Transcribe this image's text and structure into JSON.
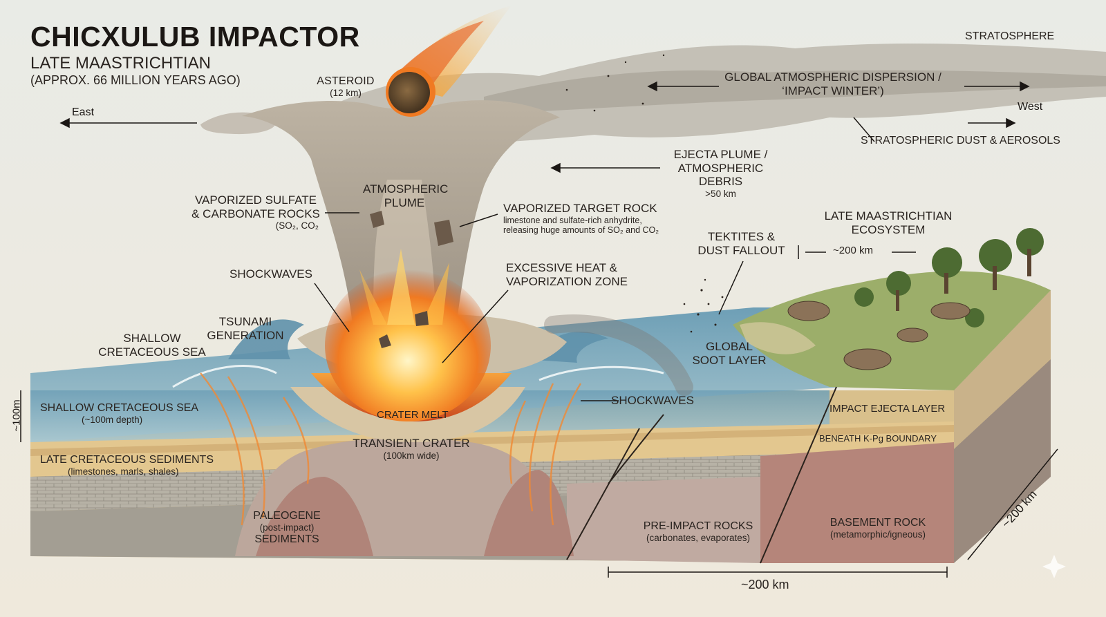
{
  "title": "CHICXULUB IMPACTOR",
  "subtitle": "LATE MAASTRICHTIAN",
  "date": "(APPROX. 66 MILLION YEARS AGO)",
  "directions": {
    "east": "East",
    "west": "West"
  },
  "labels": {
    "stratosphere": "STRATOSPHERE",
    "asteroid": "ASTEROID",
    "asteroid_size": "(12 km)",
    "dispersion_1": "GLOBAL ATMOSPHERIC DISPERSION /",
    "dispersion_2": "‘IMPACT WINTER’)",
    "strat_dust": "STRATOSPHERIC DUST & AEROSOLS",
    "ejecta_1": "EJECTA PLUME /",
    "ejecta_2": "ATMOSPHERIC DEBRIS",
    "ejecta_height": ">50 km",
    "vaporized_sulfate_1": "VAPORIZED SULFATE",
    "vaporized_sulfate_2": "& CARBONATE ROCKS",
    "vaporized_sulfate_3": "(SO₂, CO₂",
    "atmospheric_plume_1": "ATMOSPHERIC",
    "atmospheric_plume_2": "PLUME",
    "vaporized_target": "VAPORIZED TARGET ROCK",
    "vaporized_target_note_1": "limestone and sulfate-rich anhydrite,",
    "vaporized_target_note_2": "releasing huge amounts of SO₂ and CO₂",
    "tektites_1": "TEKTITES &",
    "tektites_2": "DUST FALLOUT",
    "ecosystem_1": "LATE MAASTRICHTIAN",
    "ecosystem_2": "ECOSYSTEM",
    "ecosystem_width": "~200 km",
    "shockwaves_top": "SHOCKWAVES",
    "heat_1": "EXCESSIVE HEAT &",
    "heat_2": "VAPORIZATION ZONE",
    "tsunami_1": "TSUNAMI",
    "tsunami_2": "GENERATION",
    "shallow_sea_1": "SHALLOW",
    "shallow_sea_2": "CRETACEOUS SEA",
    "soot_1": "GLOBAL",
    "soot_2": "SOOT LAYER",
    "crater_melt": "CRATER MELT",
    "shockwaves_mid": "SHOCKWAVES",
    "sea_depth_label": "SHALLOW CRETACEOUS SEA",
    "sea_depth_note": "(~100m depth)",
    "transient_crater": "TRANSIENT CRATER",
    "transient_crater_note": "(100km wide)",
    "ejecta_layer": "IMPACT EJECTA LAYER",
    "kpg": "BENEATH K-Pg BOUNDARY",
    "sediments": "LATE CRETACEOUS SEDIMENTS",
    "sediments_note": "(limestones, marls, shales)",
    "paleogene_1": "PALEOGENE",
    "paleogene_2": "(post-impact)",
    "paleogene_3": "SEDIMENTS",
    "pre_impact": "PRE-IMPACT ROCKS",
    "pre_impact_note": "(carbonates, evaporates)",
    "basement": "BASEMENT ROCK",
    "basement_note": "(metamorphic/igneous)"
  },
  "scale": {
    "depth": "~100m",
    "width": "~200 km",
    "depth_side": "~200 km"
  },
  "colors": {
    "sky": "#ece9df",
    "sea": "#8fb5c4",
    "sediment_tan": "#e0c48d",
    "limestone_grey": "#b9b4a8",
    "basement": "#b78c80",
    "fire": "#f39a2b",
    "land_green": "#9cae6a"
  }
}
